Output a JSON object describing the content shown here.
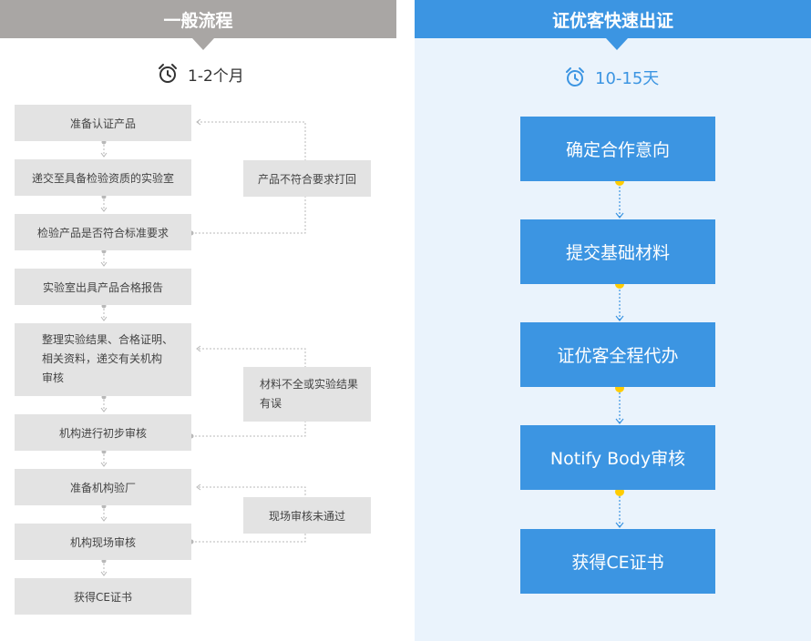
{
  "left": {
    "title": "一般流程",
    "duration": "1-2个月",
    "steps": [
      "准备认证产品",
      "递交至具备检验资质的实验室",
      "检验产品是否符合标准要求",
      "实验室出具产品合格报告",
      "整理实验结果、合格证明、相关资料，递交有关机构审核",
      "机构进行初步审核",
      "准备机构验厂",
      "机构现场审核",
      "获得CE证书"
    ],
    "step5_lines": [
      "整理实验结果、合格证明、",
      "相关资料，递交有关机构",
      "审核"
    ],
    "feedback": [
      "产品不符合要求打回",
      "材料不全或实验结果有误",
      "现场审核未通过"
    ],
    "feedback2_lines": [
      "材料不全或实验结果",
      "有误"
    ]
  },
  "right": {
    "title": "证优客快速出证",
    "duration": "10-15天",
    "steps": [
      "确定合作意向",
      "提交基础材料",
      "证优客全程代办",
      "Notify Body审核",
      "获得CE证书"
    ]
  },
  "colors": {
    "left_header": "#a9a6a4",
    "box_gray": "#e3e3e3",
    "right_header": "#3c95e2",
    "right_bg": "#eaf3fc",
    "connector_dot": "#ffcc00"
  },
  "icons": [
    "alarm-clock-icon"
  ]
}
